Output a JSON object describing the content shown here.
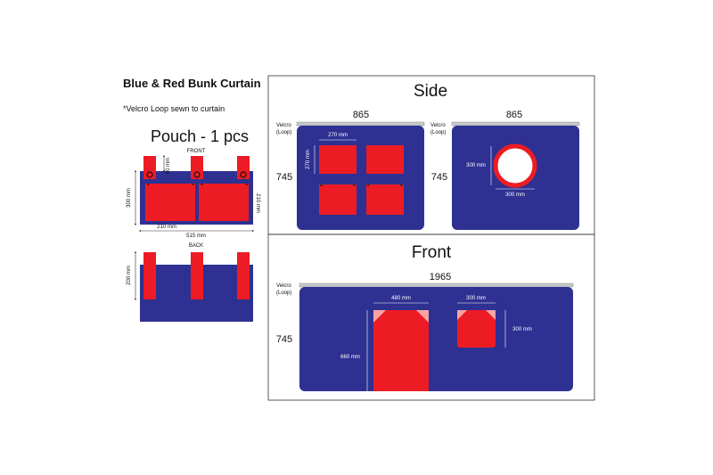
{
  "title": "Blue & Red Bunk Curtain",
  "note": "*Velcro Loop sewn to curtain",
  "colors": {
    "blue": "#2e3192",
    "red": "#ed1c24",
    "velcro": "#c7c8ca",
    "outline": "#333333"
  },
  "pouch": {
    "heading": "Pouch - 1 pcs",
    "front_label": "FRONT",
    "back_label": "BACK",
    "dim_loop": "90 mm",
    "dim_height": "300 mm",
    "dim_pocket_height": "210 mm",
    "dim_pocket_width": "210 mm",
    "dim_width": "515 mm",
    "dim_back_height": "200 mm"
  },
  "side": {
    "heading": "Side",
    "width": "865",
    "height": "745",
    "velcro_label": [
      "Velcro",
      "(Loop)"
    ],
    "panel_a": {
      "dim_window_w": "270 mm",
      "dim_window_h": "270 mm"
    },
    "panel_b": {
      "dim_circle_w": "300 mm",
      "dim_circle_h": "300 mm"
    }
  },
  "front": {
    "heading": "Front",
    "width": "1965",
    "height": "745",
    "velcro_label": [
      "Velcro",
      "(Loop)"
    ],
    "dim_door_w": "480 mm",
    "dim_door_h": "660 mm",
    "dim_window_w": "300 mm",
    "dim_window_h": "300 mm"
  }
}
